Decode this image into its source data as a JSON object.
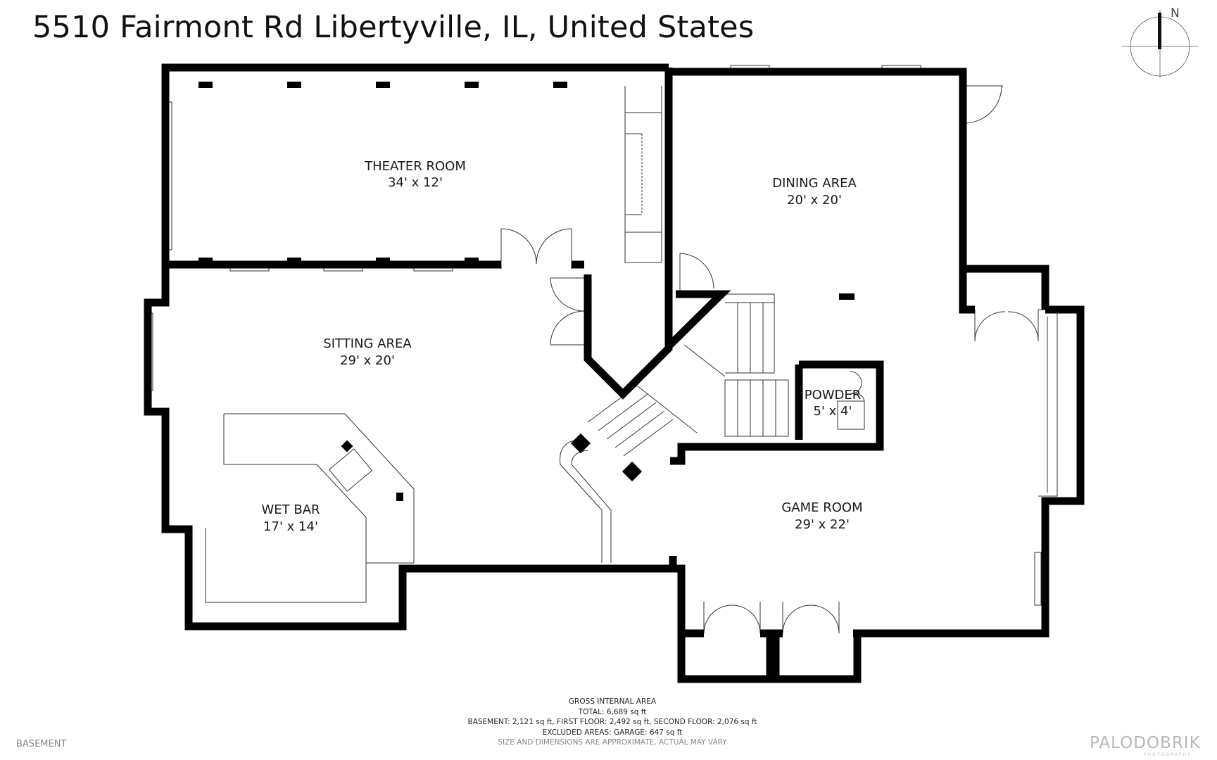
{
  "title": "5510 Fairmont Rd Libertyville, IL, United States",
  "compass_label": "N",
  "rooms": {
    "theater": {
      "name": "THEATER ROOM",
      "dims": "34' x 12'"
    },
    "dining": {
      "name": "DINING AREA",
      "dims": "20' x 20'"
    },
    "sitting": {
      "name": "SITTING AREA",
      "dims": "29' x 20'"
    },
    "wetbar": {
      "name": "WET BAR",
      "dims": "17' x 14'"
    },
    "powder": {
      "name": "POWDER",
      "dims": "5' x 4'"
    },
    "game": {
      "name": "GAME ROOM",
      "dims": "29' x 22'"
    }
  },
  "area_summary": {
    "heading": "GROSS INTERNAL AREA",
    "total": "TOTAL: 6,689 sq ft",
    "floors": "BASEMENT: 2,121 sq ft, FIRST FLOOR: 2,492 sq ft, SECOND FLOOR: 2,076 sq ft",
    "excluded": "EXCLUDED AREAS: GARAGE: 647 sq ft",
    "disclaimer": "SIZE AND DIMENSIONS ARE APPROXIMATE, ACTUAL MAY VARY"
  },
  "floor_name": "BASEMENT",
  "brand": {
    "name": "PALODOBRIK",
    "sub": "PHOTOGRAPHY"
  }
}
